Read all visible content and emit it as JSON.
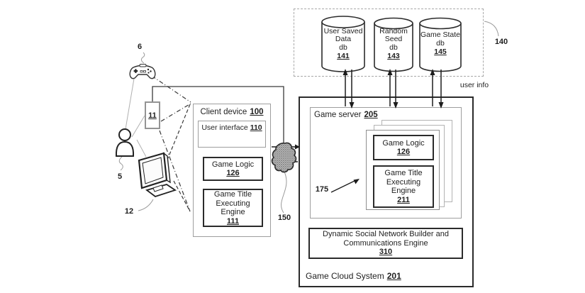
{
  "client_device": {
    "title": "Client device",
    "ref": "100",
    "user_interface": {
      "title": "User interface",
      "ref": "110"
    },
    "game_logic": {
      "title": "Game Logic",
      "ref": "126"
    },
    "game_title_engine": {
      "l1": "Game Title",
      "l2": "Executing",
      "l3": "Engine",
      "ref": "111"
    }
  },
  "devices": {
    "controller_ref": "6",
    "tablet_ref": "11",
    "user_ref": "5",
    "display_ref": "12"
  },
  "network": {
    "ref": "150"
  },
  "databases": {
    "group_ref": "140",
    "caption": "user info",
    "items": [
      {
        "lines": [
          "User Saved",
          "Data",
          "db"
        ],
        "ref": "141"
      },
      {
        "lines": [
          "Random",
          "Seed",
          "db"
        ],
        "ref": "143"
      },
      {
        "lines": [
          "Game State",
          "db"
        ],
        "ref": "145"
      }
    ]
  },
  "game_cloud": {
    "title": "Game Cloud System",
    "ref": "201",
    "game_server": {
      "title": "Game server",
      "ref": "205",
      "stack_ref": "175",
      "game_logic": {
        "title": "Game Logic",
        "ref": "126"
      },
      "game_title_engine": {
        "l1": "Game Title",
        "l2": "Executing",
        "l3": "Engine",
        "ref": "211"
      }
    },
    "social_engine": {
      "l1": "Dynamic Social Network Builder and",
      "l2": "Communications Engine",
      "ref": "310"
    }
  }
}
